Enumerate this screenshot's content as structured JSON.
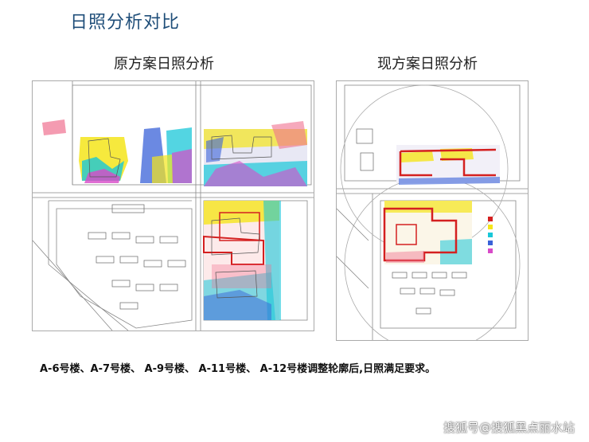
{
  "page": {
    "title": "日照分析对比",
    "panels": {
      "left_label": "原方案日照分析",
      "right_label": "现方案日照分析"
    },
    "caption": "A-6号楼、A-7号楼、 A-9号楼、 A-11号楼、 A-12号楼调整轮廓后,日照满足要求。",
    "watermark": "搜狐号@搜狐黑点丽水站",
    "colors": {
      "title": "#1f4e79",
      "outline_red": "#d42020",
      "sun_yellow": "#f5e51b",
      "sun_cyan": "#19c7d8",
      "sun_magenta": "#d84ac8",
      "sun_blue": "#3a62d8"
    }
  }
}
